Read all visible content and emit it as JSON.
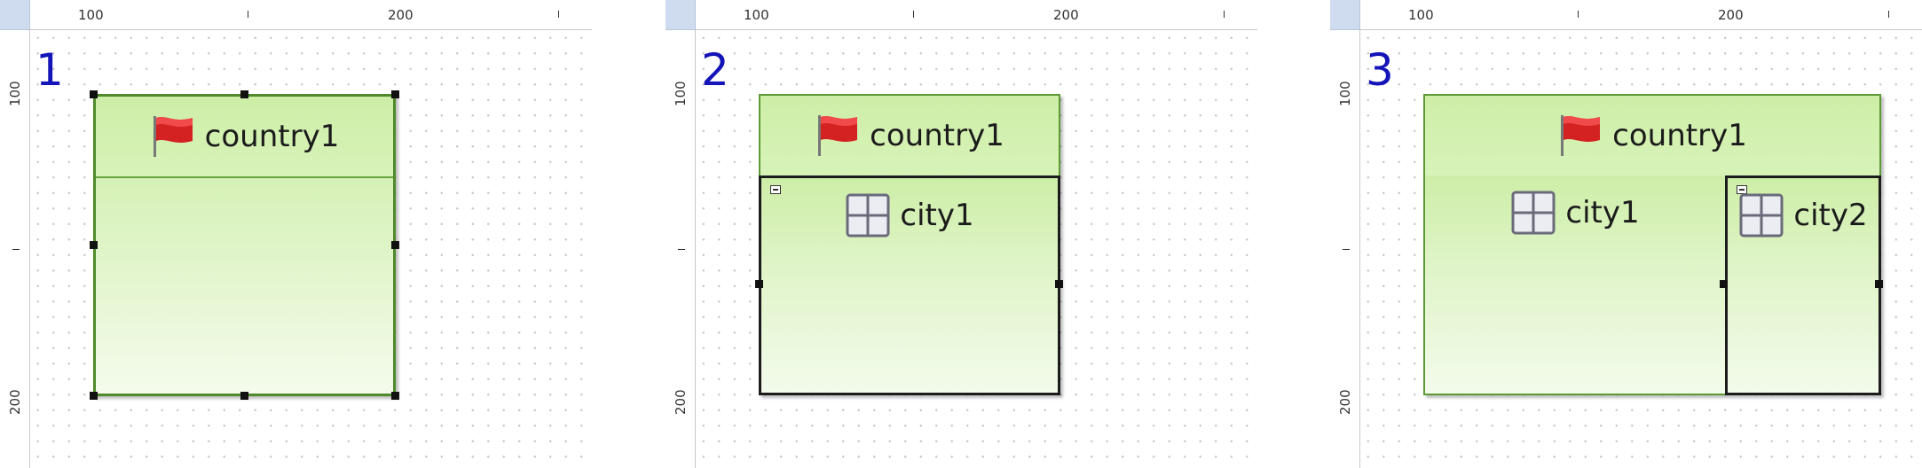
{
  "colors": {
    "step_number": "#1414b8",
    "shape_fill_top": "#c9ec9f",
    "shape_border": "#4f8a2b",
    "selection": "#111111"
  },
  "rulers": {
    "x_labels": [
      "100",
      "200"
    ],
    "y_labels": [
      "100",
      "200"
    ]
  },
  "panels": [
    {
      "step": "1",
      "container": {
        "label": "country1",
        "icon": "flag-icon"
      },
      "cities": []
    },
    {
      "step": "2",
      "container": {
        "label": "country1",
        "icon": "flag-icon"
      },
      "cities": [
        {
          "label": "city1",
          "icon": "grid-icon"
        }
      ]
    },
    {
      "step": "3",
      "container": {
        "label": "country1",
        "icon": "flag-icon"
      },
      "cities": [
        {
          "label": "city1",
          "icon": "grid-icon"
        },
        {
          "label": "city2",
          "icon": "grid-icon"
        }
      ]
    }
  ]
}
